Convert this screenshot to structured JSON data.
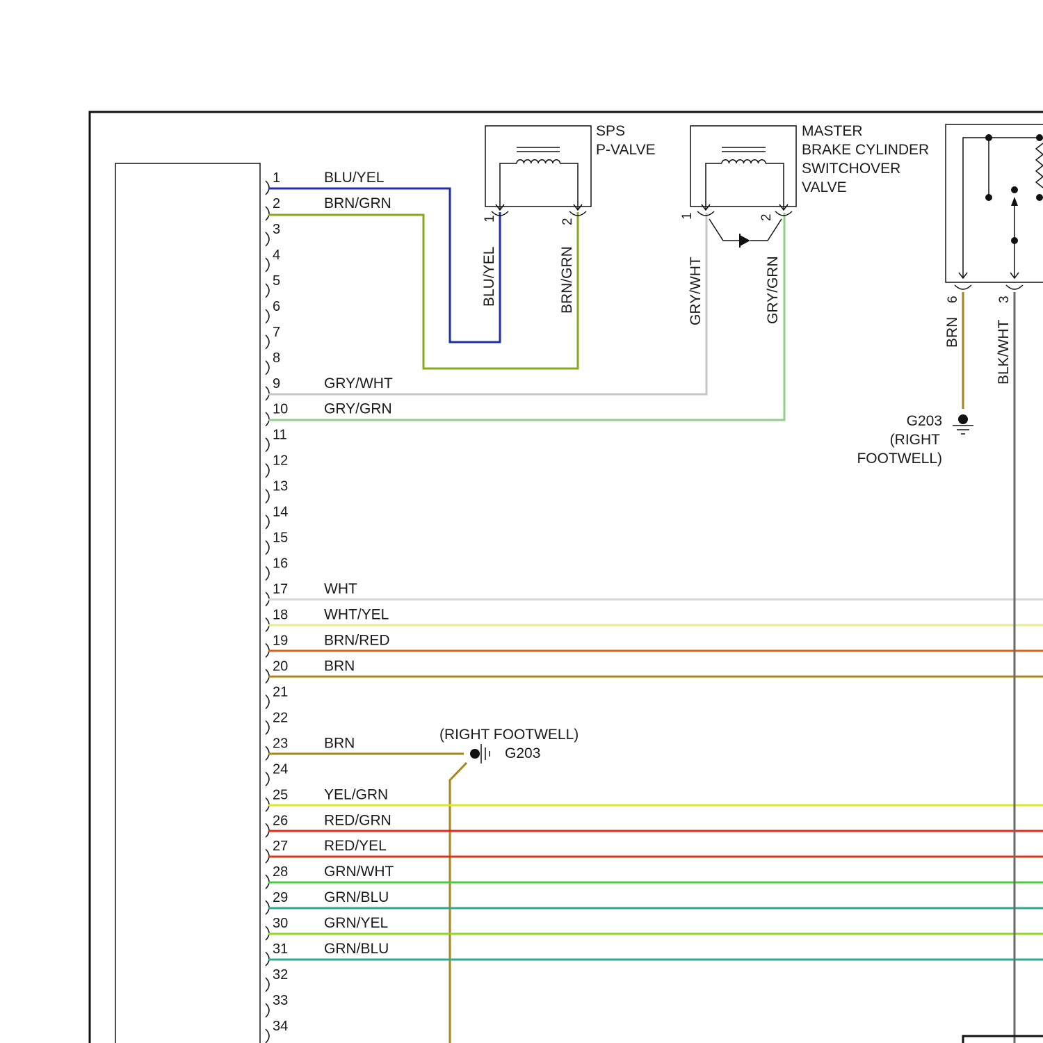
{
  "colors": {
    "line": "#111111",
    "wire_blu_yel": "#1f2fa6",
    "wire_brn_grn": "#86a81c",
    "wire_gry_wht": "#c6c6c6",
    "wire_gry_grn": "#8fcf8a",
    "wire_wht": "#d6d6d6",
    "wire_wht_yel": "#e8ee8c",
    "wire_brn_red": "#d5651a",
    "wire_brn": "#a8861c",
    "wire_yel_grn": "#d9ea20",
    "wire_red_grn": "#e2281c",
    "wire_red_yel": "#dd3416",
    "wire_grn_wht": "#46cd3a",
    "wire_grn_blu": "#2fa890",
    "wire_grn_yel": "#8fd624",
    "wire_blk_wht": "#6a6a6a"
  },
  "connector": {
    "pins": [
      "1",
      "2",
      "3",
      "4",
      "5",
      "6",
      "7",
      "8",
      "9",
      "10",
      "11",
      "12",
      "13",
      "14",
      "15",
      "16",
      "17",
      "18",
      "19",
      "20",
      "21",
      "22",
      "23",
      "24",
      "25",
      "26",
      "27",
      "28",
      "29",
      "30",
      "31",
      "32",
      "33",
      "34"
    ],
    "wire_labels": [
      {
        "pin": "1",
        "label": "BLU/YEL"
      },
      {
        "pin": "2",
        "label": "BRN/GRN"
      },
      {
        "pin": "9",
        "label": "GRY/WHT"
      },
      {
        "pin": "10",
        "label": "GRY/GRN"
      },
      {
        "pin": "17",
        "label": "WHT"
      },
      {
        "pin": "18",
        "label": "WHT/YEL"
      },
      {
        "pin": "19",
        "label": "BRN/RED"
      },
      {
        "pin": "20",
        "label": "BRN"
      },
      {
        "pin": "23",
        "label": "BRN"
      },
      {
        "pin": "25",
        "label": "YEL/GRN"
      },
      {
        "pin": "26",
        "label": "RED/GRN"
      },
      {
        "pin": "27",
        "label": "RED/YEL"
      },
      {
        "pin": "28",
        "label": "GRN/WHT"
      },
      {
        "pin": "29",
        "label": "GRN/BLU"
      },
      {
        "pin": "30",
        "label": "GRN/YEL"
      },
      {
        "pin": "31",
        "label": "GRN/BLU"
      }
    ]
  },
  "sps_valve": {
    "title_line1": "SPS",
    "title_line2": "P-VALVE",
    "pin1": "1",
    "pin2": "2",
    "wire1": "BLU/YEL",
    "wire2": "BRN/GRN"
  },
  "master_valve": {
    "title_line1": "MASTER",
    "title_line2": "BRAKE CYLINDER",
    "title_line3": "SWITCHOVER",
    "title_line4": "VALVE",
    "pin1": "1",
    "pin2": "2",
    "wire1": "GRY/WHT",
    "wire2": "GRY/GRN"
  },
  "right_component": {
    "pin6": "6",
    "pin3": "3",
    "wire6": "BRN",
    "wire3": "BLK/WHT"
  },
  "ground_upper": {
    "id": "G203",
    "loc_line1": "(RIGHT",
    "loc_line2": "FOOTWELL)"
  },
  "ground_lower": {
    "id": "G203",
    "loc": "(RIGHT FOOTWELL)"
  }
}
